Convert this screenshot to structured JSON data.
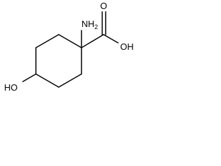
{
  "molecule": {
    "labels": {
      "amino": "NH",
      "amino_subscript": "2",
      "carboxyl_oxygen": "O",
      "carboxyl_hydroxyl": "OH",
      "ring_hydroxyl": "HO"
    }
  }
}
